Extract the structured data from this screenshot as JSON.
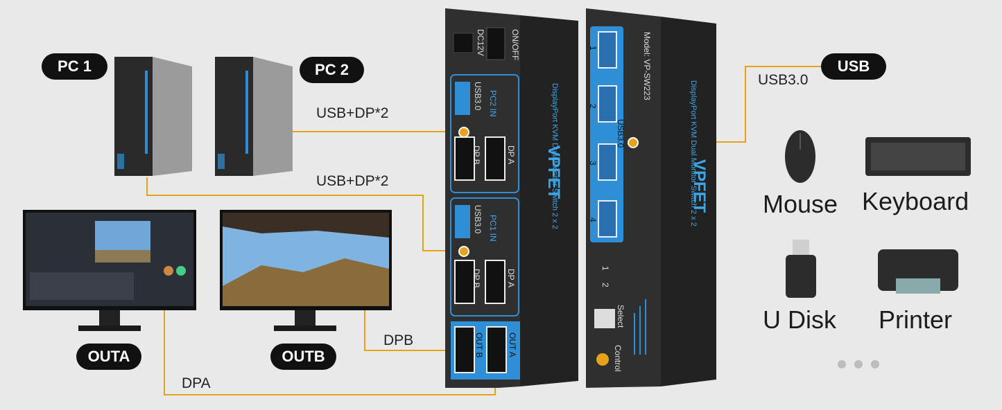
{
  "labels": {
    "pc1": "PC 1",
    "pc2": "PC 2",
    "usb": "USB",
    "usb30": "USB3.0",
    "usb_dp_1": "USB+DP*2",
    "usb_dp_2": "USB+DP*2",
    "outa": "OUTA",
    "outb": "OUTB",
    "dpb": "DPB",
    "dpa": "DPA"
  },
  "devices": {
    "mouse": "Mouse",
    "keyboard": "Keyboard",
    "udisk": "U Disk",
    "printer": "Printer"
  },
  "kvm_left": {
    "power_label": "DC12V",
    "switch_label": "ON/OFF",
    "pc1_in": "PC1 IN",
    "pc2_in": "PC2 IN",
    "usb_port": "USB3.0",
    "dp_b": "DP B",
    "dp_a": "DP A",
    "out_b": "OUT B",
    "out_a": "OUT A",
    "brand": "VPFET",
    "product": "DisplayPort KVM Dual Monitor Switch 2 x 2"
  },
  "kvm_right": {
    "model": "Model: VP-SW223",
    "usb_group": "USB3.0",
    "ports": [
      "1",
      "2",
      "3",
      "4"
    ],
    "leds": [
      "1",
      "2"
    ],
    "select": "Select",
    "control": "Control",
    "brand": "VPFET",
    "product": "DisplayPort KVM Dual Monitor Switch 2 x 2"
  },
  "colors": {
    "wire": "#e7a21a",
    "accent_blue": "#2f8fd6",
    "pill_bg": "#111111",
    "device_body": "#2c2c2c"
  }
}
